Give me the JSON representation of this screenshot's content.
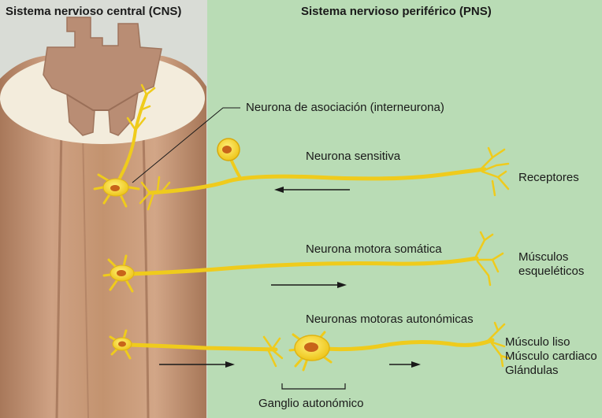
{
  "headers": {
    "cns": "Sistema nervioso central (CNS)",
    "pns": "Sistema nervioso periférico (PNS)"
  },
  "labels": {
    "interneuron": "Neurona de asociación (interneurona)",
    "sensory": "Neurona sensitiva",
    "receptors": "Receptores",
    "somatic_motor": "Neurona motora somática",
    "skeletal_muscles_line1": "Músculos",
    "skeletal_muscles_line2": "esqueléticos",
    "autonomic_motor": "Neuronas motoras autonómicas",
    "effector_smooth": "Músculo liso",
    "effector_cardiac": "Músculo cardiaco",
    "effector_glands": "Glándulas",
    "ganglion": "Ganglio autonómico"
  },
  "colors": {
    "cns_background": "#d9dcd6",
    "pns_background": "#b9dcb5",
    "spinal_cord": "#c79a78",
    "white_matter_top": "#f3ecdc",
    "gray_matter": "#b98d74",
    "neuron": "#f2d21e",
    "neuron_outline": "#d8a90c",
    "nucleus": "#c8641a",
    "arrow": "#1a1a1a"
  },
  "arrows": {
    "sensory": "left",
    "somatic_motor": "right",
    "autonomic_preganglionic": "right",
    "autonomic_postganglionic": "right"
  }
}
